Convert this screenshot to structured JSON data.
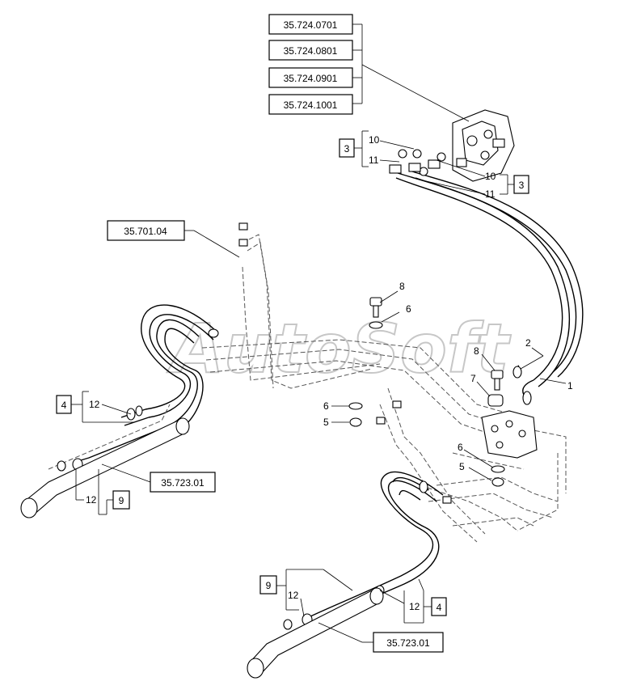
{
  "watermark": "AutoSoft",
  "ref_codes": {
    "c0701": "35.724.0701",
    "c0801": "35.724.0801",
    "c0901": "35.724.0901",
    "c1001": "35.724.1001",
    "c70104": "35.701.04",
    "c72301_left": "35.723.01",
    "c72301_bottom": "35.723.01"
  },
  "kit_boxes": {
    "k3_left": "3",
    "k3_right": "3",
    "k4_left": "4",
    "k4_bottom": "4",
    "k9_left": "9",
    "k9_bottom": "9"
  },
  "callouts": {
    "n1": "1",
    "n2": "2",
    "n5a": "5",
    "n5b": "5",
    "n6a": "6",
    "n6b": "6",
    "n6c": "6",
    "n7": "7",
    "n8a": "8",
    "n8b": "8",
    "n10a": "10",
    "n10b": "10",
    "n11a": "11",
    "n11b": "11",
    "n12a": "12",
    "n12b": "12",
    "n12c": "12",
    "n12d": "12"
  }
}
